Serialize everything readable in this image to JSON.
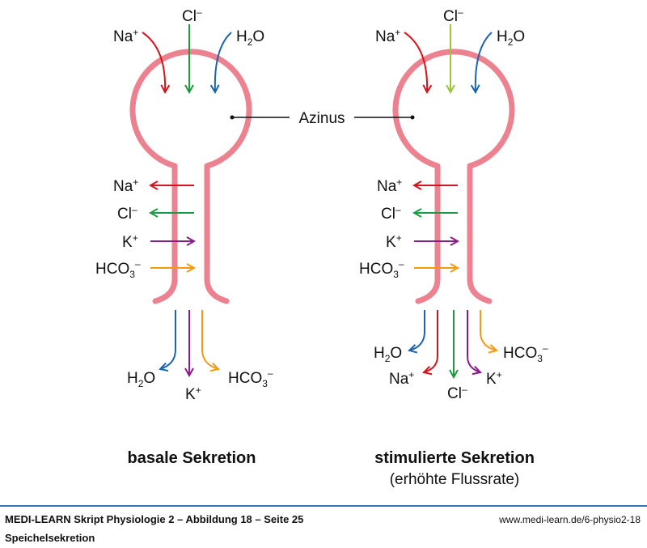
{
  "colors": {
    "gland": "#ec8290",
    "na": "#d6141e",
    "cl_basal": "#1a9b3c",
    "cl_stim": "#9cc53a",
    "h2o": "#1a64b0",
    "k": "#8b1a8a",
    "hco3": "#f39a12",
    "footer_rule": "#2f79b8"
  },
  "ions": {
    "na": "Na",
    "na_sup": "+",
    "cl": "Cl",
    "cl_sup": "–",
    "h2o_h": "H",
    "h2o_sub": "2",
    "h2o_o": "O",
    "k": "K",
    "k_sup": "+",
    "hco3_main": "HCO",
    "hco3_sub": "3",
    "hco3_sup": "–"
  },
  "label_azinus": "Azinus",
  "panels": {
    "basal": {
      "caption": "basale Sekretion"
    },
    "stimulated": {
      "caption": "stimulierte Sekretion",
      "subcaption": "(erhöhte Flussrate)"
    }
  },
  "footer": {
    "title": "MEDI-LEARN Skript Physiologie 2 – Abbildung 18 – Seite 25",
    "subtitle": "Speichelsekretion",
    "url": "www.medi-learn.de/6-physio2-18"
  }
}
